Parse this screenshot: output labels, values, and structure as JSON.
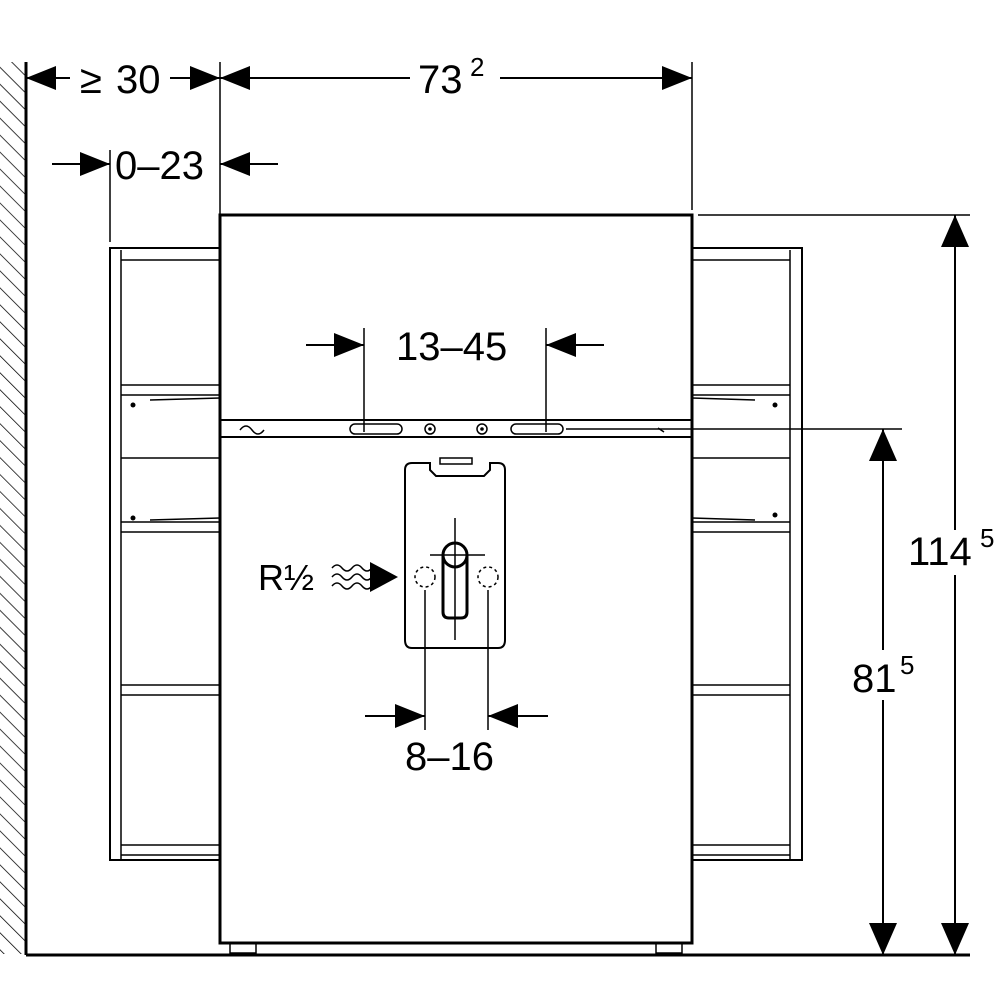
{
  "diagram": {
    "title": "Bathroom cabinet installation drawing",
    "colors": {
      "line": "#000000",
      "background": "#ffffff"
    },
    "dimensions": {
      "wall_clearance": {
        "prefix": "≥",
        "value": "30"
      },
      "total_width": {
        "value": "73",
        "sup": "2"
      },
      "side_offset": {
        "value": "0–23"
      },
      "hole_spacing_top": {
        "value": "13–45"
      },
      "total_height": {
        "value": "114",
        "sup": "5"
      },
      "mount_height": {
        "value": "81",
        "sup": "5"
      },
      "pipe_spacing": {
        "value": "8–16"
      }
    },
    "connection": {
      "label": "R½"
    }
  }
}
